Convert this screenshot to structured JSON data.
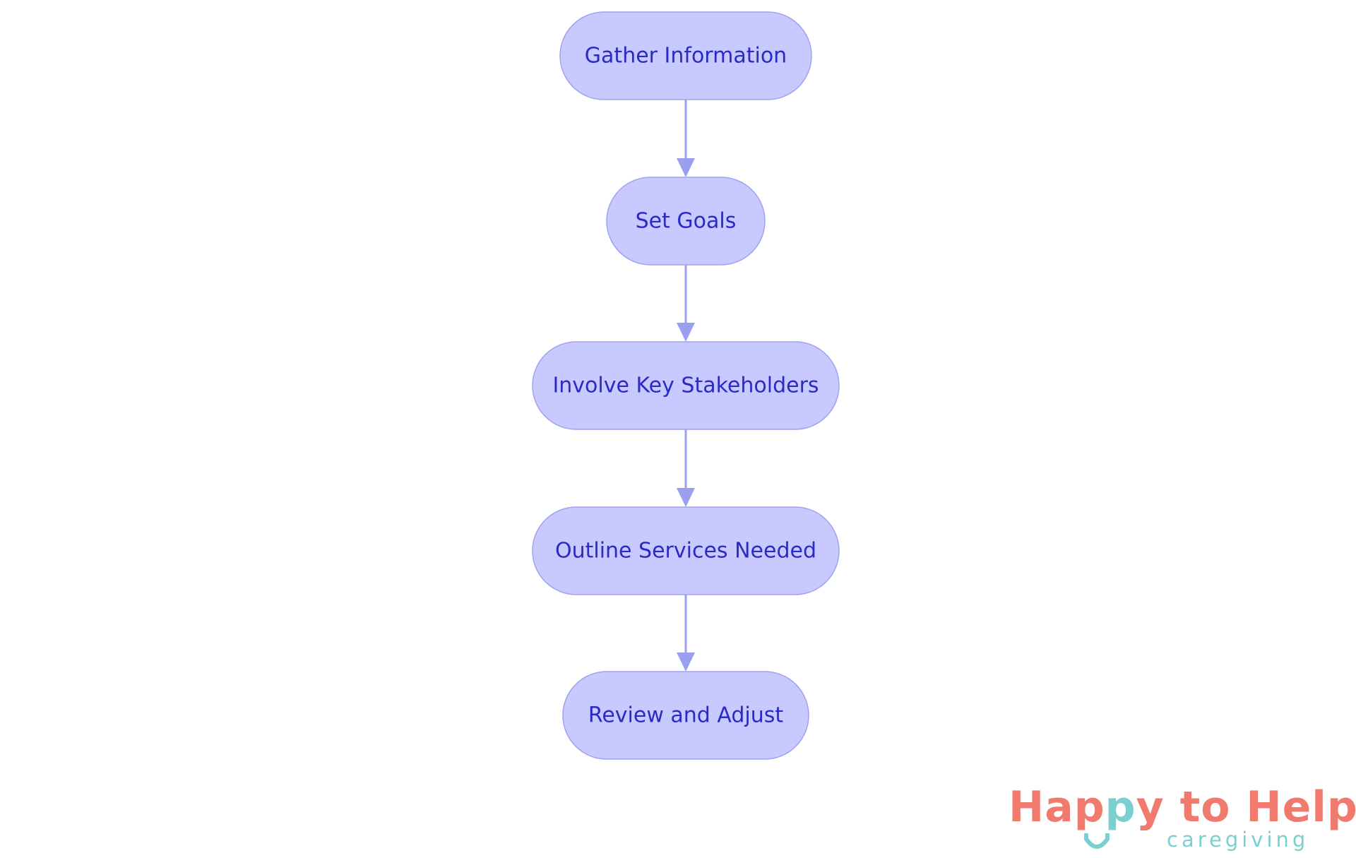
{
  "diagram": {
    "nodes": [
      {
        "id": "gather",
        "label": "Gather Information"
      },
      {
        "id": "goals",
        "label": "Set Goals"
      },
      {
        "id": "stakeholders",
        "label": "Involve Key Stakeholders"
      },
      {
        "id": "services",
        "label": "Outline Services Needed"
      },
      {
        "id": "review",
        "label": "Review and Adjust"
      }
    ],
    "edges": [
      {
        "from": "gather",
        "to": "goals"
      },
      {
        "from": "goals",
        "to": "stakeholders"
      },
      {
        "from": "stakeholders",
        "to": "services"
      },
      {
        "from": "services",
        "to": "review"
      }
    ],
    "colors": {
      "node_fill": "#c8caff",
      "node_stroke": "#9fa3ee",
      "node_text": "#2a2ac4",
      "edge": "#9b9ff0"
    }
  },
  "logo": {
    "name_part1": "Happy to Help",
    "tagline": "caregiving",
    "colors": {
      "primary": "#f07a6e",
      "accent": "#7ccfd0"
    }
  }
}
